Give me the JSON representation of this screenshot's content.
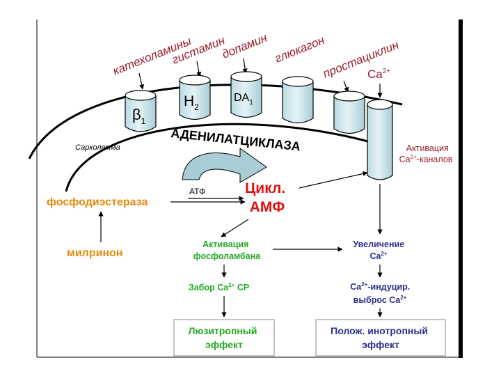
{
  "receptors": {
    "catecholamines": "катехоламины",
    "histamine": "гистамин",
    "dopamine": "допамин",
    "glucagon": "глюкагон",
    "prostacyclin": "простациклин"
  },
  "receptor_labels": {
    "beta": "β",
    "beta_sub": "1",
    "h": "H",
    "h_sub": "2",
    "da": "DA",
    "da_sub": "1"
  },
  "calcium": {
    "base": "Ca",
    "sup": "2+"
  },
  "enzyme": "АДЕНИЛАТЦИКЛАЗА",
  "sarcolemma": "Сарколемма",
  "channel_activation": {
    "line1": "Активация",
    "line2_base": "Ca",
    "line2_sup": "2+",
    "line2_rest": "-каналов"
  },
  "atp": "АТФ",
  "camp": {
    "line1": "Цикл.",
    "line2": "АМФ"
  },
  "pde": "фосфодиэстераза",
  "milrinone": "милринон",
  "phospholamban": {
    "line1": "Активация",
    "line2": "фосфоламбана"
  },
  "ca_increase": {
    "line1": "Увеличение",
    "line2_base": "Ca",
    "line2_sup": "2+"
  },
  "sr_uptake": {
    "base": "Забор Ca",
    "sup": "2+",
    "rest": " СР"
  },
  "ca_induced": {
    "line1_base": "Ca",
    "line1_sup": "2+",
    "line1_rest": "-индуцир.",
    "line2_base": "выброс Ca",
    "line2_sup": "2+"
  },
  "lusitropic": {
    "line1": "Люзитропный",
    "line2": "эффект"
  },
  "inotropic": {
    "line1": "Полож. инотропный",
    "line2": "эффект"
  },
  "colors": {
    "receptor_text": "#9b1c2c",
    "cylinder_fill": "#c8e3ea",
    "arrow_fill": "#a9cdd4",
    "green": "#22aa22",
    "navy": "#2b2f8c",
    "orange": "#e58a0c",
    "red": "#e01010"
  }
}
